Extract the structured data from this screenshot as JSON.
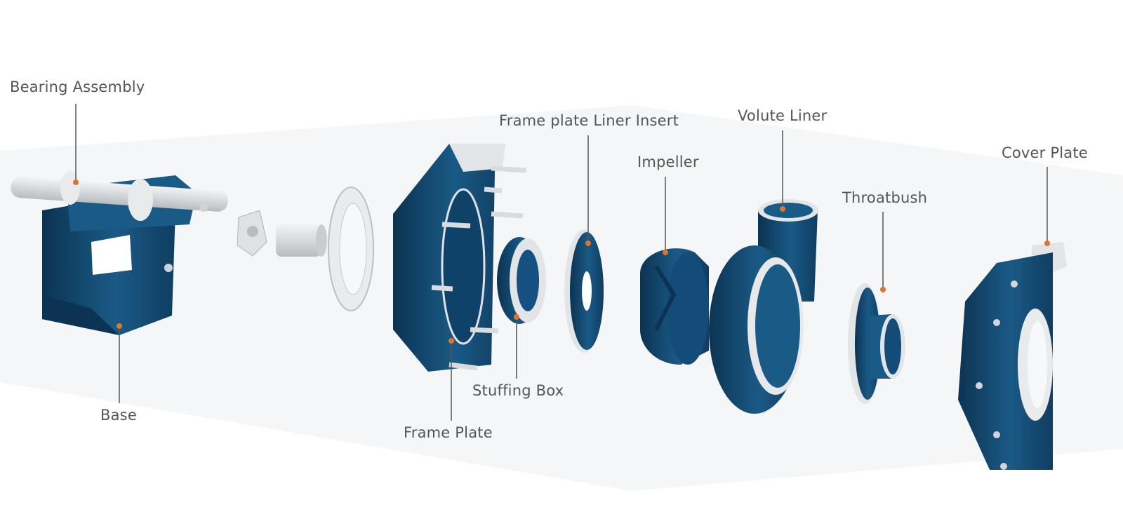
{
  "diagram": {
    "labels": {
      "bearing_assembly": "Bearing Assembly",
      "base": "Base",
      "frame_plate": "Frame Plate",
      "stuffing_box": "Stuffing Box",
      "frame_plate_liner_insert": "Frame plate Liner Insert",
      "impeller": "Impeller",
      "volute_liner": "Volute Liner",
      "throatbush": "Throatbush",
      "cover_plate": "Cover Plate"
    },
    "colors": {
      "part_blue": "#15486f",
      "part_blue_dark": "#0c3352",
      "metal": "#e4e6e8",
      "leader": "#555555",
      "dot": "#e0742c",
      "band": "#f4f6f7"
    }
  }
}
